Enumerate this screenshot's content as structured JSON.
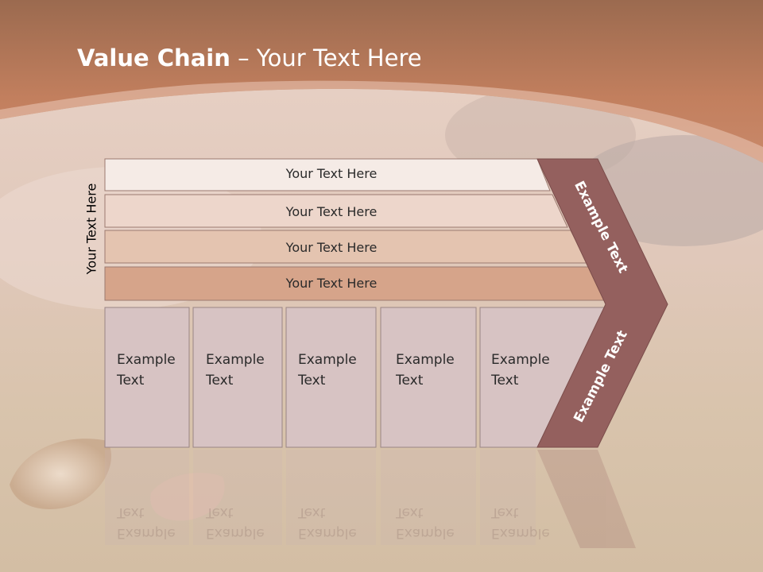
{
  "title": {
    "bold": "Value Chain",
    "rest": " – Your Text Here"
  },
  "side_label": "Your Text Here",
  "bands": [
    "Your Text Here",
    "Your Text Here",
    "Your Text Here",
    "Your Text Here"
  ],
  "cells": [
    {
      "line1": "Example",
      "line2": "Text"
    },
    {
      "line1": "Example",
      "line2": "Text"
    },
    {
      "line1": "Example",
      "line2": "Text"
    },
    {
      "line1": "Example",
      "line2": "Text"
    },
    {
      "line1": "Example",
      "line2": "Text"
    }
  ],
  "chevron": {
    "top_text": "Example Text",
    "bottom_text": "Example Text"
  },
  "colors": {
    "header": "#c9835f",
    "band1": "#f5ebe6",
    "band2": "#edd6cb",
    "band3": "#e4c4b0",
    "band4": "#d6a48a",
    "cell": "#d7c3c3",
    "chevron": "#94605e"
  }
}
